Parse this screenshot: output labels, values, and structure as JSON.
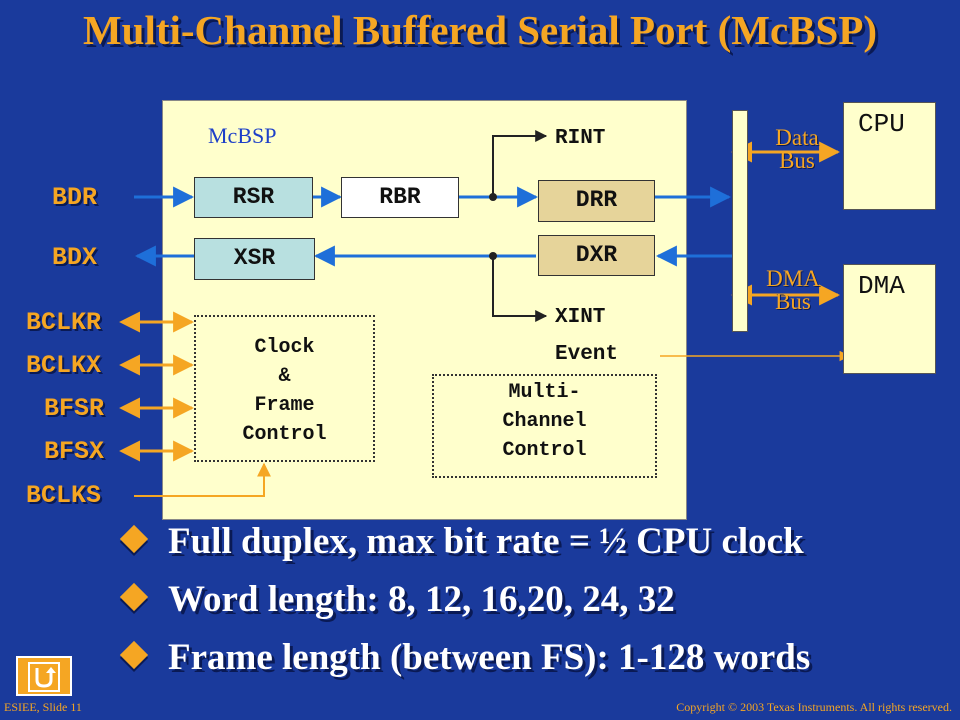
{
  "title": "Multi-Channel Buffered Serial Port (McBSP)",
  "diagram": {
    "mcbsp_label": "McBSP",
    "pins": [
      "BDR",
      "BDX",
      "BCLKR",
      "BCLKX",
      "BFSR",
      "BFSX",
      "BCLKS"
    ],
    "rsr": "RSR",
    "rbr": "RBR",
    "drr": "DRR",
    "xsr": "XSR",
    "dxr": "DXR",
    "rint": "RINT",
    "xint": "XINT",
    "event": "Event",
    "clock_control": [
      "Clock",
      "&",
      "Frame",
      "Control"
    ],
    "multi_channel": [
      "Multi-",
      "Channel",
      "Control"
    ],
    "cpu": "CPU",
    "dma": "DMA",
    "data_bus": [
      "Data",
      "Bus"
    ],
    "dma_bus": [
      "DMA",
      "Bus"
    ]
  },
  "bullets": [
    "Full duplex, max bit rate = ½ CPU clock",
    "Word length: 8, 12, 16,20, 24, 32",
    "Frame length (between FS): 1-128 words"
  ],
  "footer": {
    "left": "ESIEE, Slide 11",
    "right": "Copyright © 2003 Texas Instruments. All rights reserved."
  },
  "colors": {
    "background": "#1a3a9c",
    "accent": "#f5a623",
    "panel": "#ffffcc",
    "register_blue": "#b8e0e0",
    "register_tan": "#e6d49a"
  },
  "icons": {
    "home": "home-return-icon",
    "bullet": "diamond-bullet-icon"
  }
}
